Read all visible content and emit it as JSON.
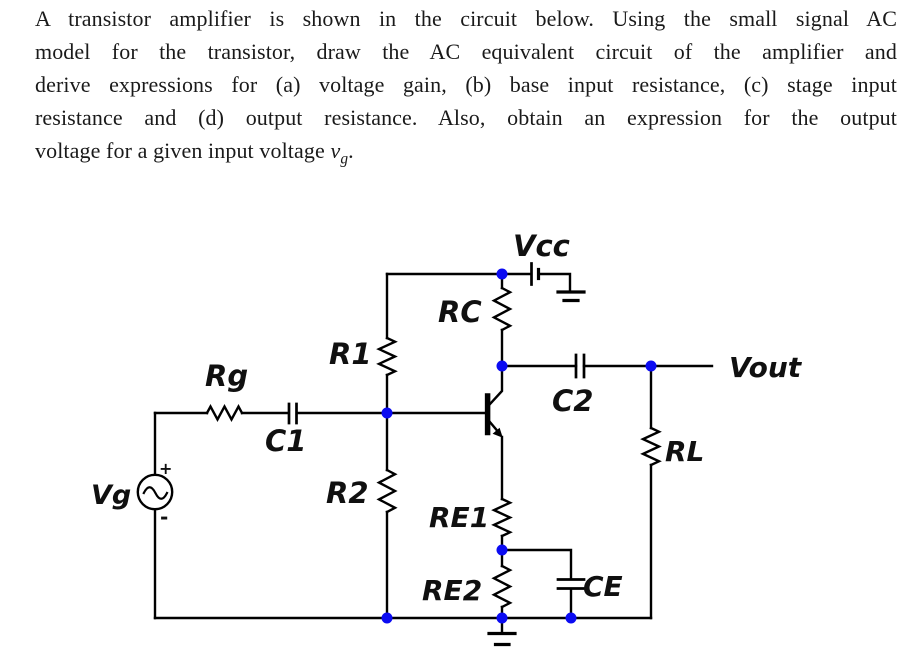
{
  "problem": {
    "lines": [
      "A transistor amplifier is shown in the circuit below.  Using the small signal AC",
      "model for the transistor, draw the AC equivalent circuit of the amplifier and",
      "derive expressions for (a) voltage gain, (b) base input resistance, (c) stage input",
      "resistance and (d) output resistance.   Also, obtain an expression for the output"
    ],
    "last_line": {
      "prefix": "voltage for a given input voltage ",
      "var": "v",
      "sub": "g",
      "suffix": "."
    }
  },
  "circuit": {
    "labels": {
      "vcc": "Vcc",
      "rc": "RC",
      "r1": "R1",
      "r2": "R2",
      "rg": "Rg",
      "c1": "C1",
      "c2": "C2",
      "ce": "CE",
      "re1": "RE1",
      "re2": "RE2",
      "rl": "RL",
      "vg": "Vg",
      "vout": "Vout",
      "source_plus": "+",
      "source_minus": "-"
    },
    "colors": {
      "wire": "#000000",
      "node_dot": "#0b0bf2",
      "label_text": "#101010",
      "background": "#ffffff"
    }
  }
}
